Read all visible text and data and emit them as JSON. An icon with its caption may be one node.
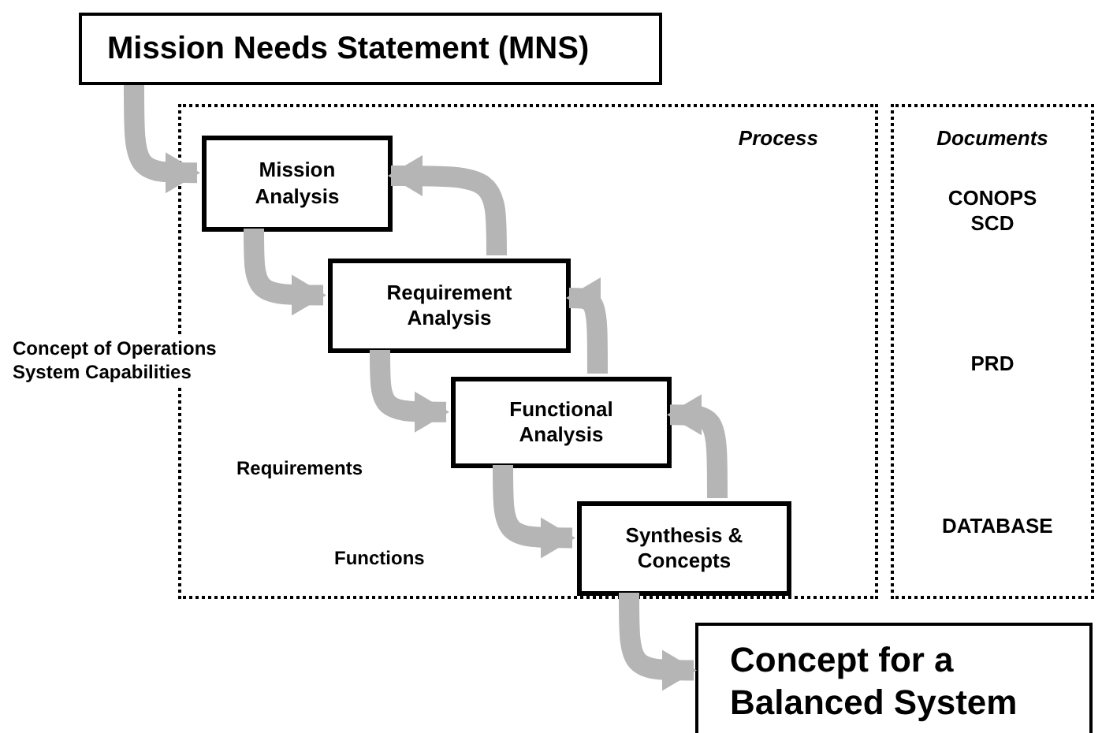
{
  "diagram": {
    "nodes": [
      {
        "text": [
          "Mission Needs Statement (MNS)"
        ]
      },
      {
        "text": [
          "Process"
        ]
      },
      {
        "text": [
          "Documents",
          "CONOPS SCD",
          "PRD",
          "DATABASE"
        ]
      },
      {
        "text": [
          "Mission Analysis"
        ],
        "in": 1
      },
      {
        "text": [
          "Requirement Analysis"
        ],
        "in": 1
      },
      {
        "text": [
          "Functional Analysis"
        ],
        "in": 1
      },
      {
        "text": [
          "Synthesis & Concepts"
        ],
        "in": 1
      },
      {
        "text": [
          "Concept for a Balanced System"
        ]
      }
    ],
    "edges": [
      {
        "from": 0,
        "to": 3,
        "arrow": "to"
      },
      {
        "from": 3,
        "to": 4,
        "arrow": "to"
      },
      {
        "from": 4,
        "to": 5,
        "arrow": "to"
      },
      {
        "from": 5,
        "to": 6,
        "arrow": "to"
      },
      {
        "from": 6,
        "to": 7,
        "arrow": "to"
      },
      {
        "from": 4,
        "to": 3,
        "arrow": "to"
      },
      {
        "from": 5,
        "to": 4,
        "arrow": "to"
      },
      {
        "from": 6,
        "to": 5,
        "arrow": "to"
      }
    ],
    "labels": [
      "Concept of Operations System Capabilities",
      "Requirements",
      "Functions"
    ]
  }
}
